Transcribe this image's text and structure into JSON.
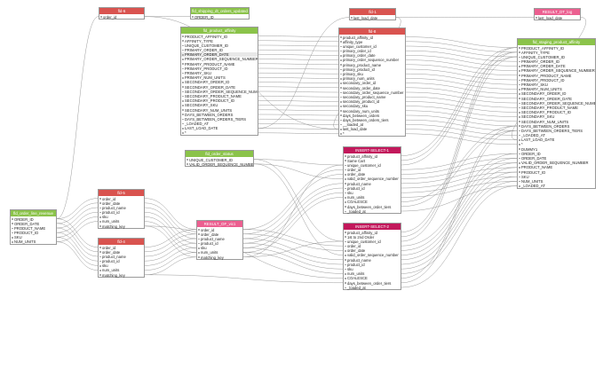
{
  "edge_color": "#8f8f8f",
  "nodes": [
    {
      "id": "n_top1",
      "title": "fld-6",
      "kind": "red",
      "fields": [
        "order_id"
      ]
    },
    {
      "id": "n_top2",
      "title": "fld_shipping_dt_orders_updated",
      "kind": "green",
      "fields": [
        "ORDER_ID"
      ]
    },
    {
      "id": "n_top3",
      "title": "fld-1",
      "kind": "red",
      "fields": [
        "last_load_date"
      ]
    },
    {
      "id": "n_top4",
      "title": "RESULT_DT_log",
      "kind": "pink",
      "fields": [
        "last_load_date"
      ]
    },
    {
      "id": "n_paff",
      "title": "fld_product_affinity",
      "kind": "green",
      "highlight": 4,
      "fields": [
        "PRODUCT_AFFINITY_ID",
        "AFFINITY_TYPE",
        "UNIQUE_CUSTOMER_ID",
        "PRIMARY_ORDER_ID",
        "PRIMARY_ORDER_DATE",
        "PRIMARY_ORDER_SEQUENCE_NUMBER",
        "PRIMARY_PRODUCT_NAME",
        "PRIMARY_PRODUCT_ID",
        "PRIMARY_SKU",
        "PRIMARY_NUM_UNITS",
        "SECONDARY_ORDER_ID",
        "SECONDARY_ORDER_DATE",
        "SECONDARY_ORDER_SEQUENCE_NUMBER",
        "SECONDARY_PRODUCT_NAME",
        "SECONDARY_PRODUCT_ID",
        "SECONDARY_SKU",
        "SECONDARY_NUM_UNITS",
        "DAYS_BETWEEN_ORDERS",
        "DAYS_BETWEEN_ORDERS_TIERS",
        "_LOADED_AT",
        "LAST_LOAD_DATE",
        "*"
      ]
    },
    {
      "id": "n_fld8",
      "title": "fld-8",
      "kind": "red",
      "fields": [
        "product_affinity_id",
        "affinity_type",
        "unique_customer_id",
        "primary_order_id",
        "primary_order_date",
        "primary_order_sequence_number",
        "primary_product_name",
        "primary_product_id",
        "primary_sku",
        "primary_num_units",
        "secondary_order_id",
        "secondary_order_date",
        "secondary_order_sequence_number",
        "secondary_product_name",
        "secondary_product_id",
        "secondary_sku",
        "secondary_num_units",
        "days_between_orders",
        "days_between_orders_tiers",
        "__loaded_at",
        "last_load_date",
        "*"
      ]
    },
    {
      "id": "n_staging",
      "title": "fld_staging_product_affinity",
      "kind": "green",
      "fields": [
        "PRODUCT_AFFINITY_ID",
        "AFFINITY_TYPE",
        "UNIQUE_CUSTOMER_ID",
        "PRIMARY_ORDER_ID",
        "PRIMARY_ORDER_DATE",
        "PRIMARY_ORDER_SEQUENCE_NUMBER",
        "PRIMARY_PRODUCT_NAME",
        "PRIMARY_PRODUCT_ID",
        "PRIMARY_SKU",
        "PRIMARY_NUM_UNITS",
        "SECONDARY_ORDER_ID",
        "SECONDARY_ORDER_DATE",
        "SECONDARY_ORDER_SEQUENCE_NUMBER",
        "SECONDARY_PRODUCT_NAME",
        "SECONDARY_PRODUCT_ID",
        "SECONDARY_SKU",
        "SECONDARY_NUM_UNITS",
        "DAYS_BETWEEN_ORDERS",
        "DAYS_BETWEEN_ORDERS_TIERS",
        "_LOADED_AT",
        "LAST_LOAD_DATE",
        "*",
        "DUMMY1",
        "ORDER_ID",
        "ORDER_DATE",
        "VALID_ORDER_SEQUENCE_NUMBER",
        "PRODUCT_NAME",
        "PRODUCT_ID",
        "SKU",
        "NUM_UNITS",
        "_LOADED_AT"
      ]
    },
    {
      "id": "n_status",
      "title": "fld_order_status",
      "kind": "green",
      "fields": [
        "UNIQUE_CUSTOMER_ID",
        "VALID_ORDER_SEQUENCE_NUMBER"
      ]
    },
    {
      "id": "n_ins1",
      "title": "INSERT-SELECT-1",
      "kind": "dred",
      "fields": [
        "product_affinity_id",
        "Same Cart",
        "unique_customer_id",
        "order_id",
        "order_date",
        "valid_order_sequence_number",
        "product_name",
        "product_id",
        "sku",
        "num_units",
        "COALESCE",
        "days_between_order_tiers",
        "_loaded_at"
      ]
    },
    {
      "id": "n_ins2",
      "title": "INSERT-SELECT-2",
      "kind": "dred",
      "fields": [
        "product_affinity_id",
        "1st to 2nd Order",
        "unique_customer_id",
        "order_id",
        "order_date",
        "valid_order_sequence_number",
        "product_name",
        "product_id",
        "sku",
        "num_units",
        "COALESCE",
        "days_between_order_tiers",
        "_loaded_at"
      ]
    },
    {
      "id": "n_src",
      "title": "fld_order_line_revenue",
      "kind": "green",
      "fields": [
        "ORDER_ID",
        "ORDER_DATE",
        "PRODUCT_NAME",
        "PRODUCT_ID",
        "SKU",
        "NUM_UNITS"
      ]
    },
    {
      "id": "n_fld5",
      "title": "fld-5",
      "kind": "red",
      "fields": [
        "order_id",
        "order_date",
        "product_name",
        "product_id",
        "sku",
        "num_units",
        "matching_key"
      ]
    },
    {
      "id": "n_fld4",
      "title": "fld-4",
      "kind": "red",
      "fields": [
        "order_id",
        "order_date",
        "product_name",
        "product_id",
        "sku",
        "num_units",
        "matching_key"
      ]
    },
    {
      "id": "n_result",
      "title": "RESULT_OF_vic1",
      "kind": "pink",
      "fields": [
        "order_id",
        "order_date",
        "product_name",
        "product_id",
        "sku",
        "num_units",
        "matching_key"
      ]
    }
  ],
  "edges": [
    [
      "n_src",
      0,
      "n_top1",
      0
    ],
    [
      "n_top1",
      0,
      "n_top2",
      0
    ],
    [
      "n_top3",
      0,
      "n_top4",
      0
    ],
    [
      "n_src",
      0,
      "n_fld5",
      0
    ],
    [
      "n_src",
      1,
      "n_fld5",
      1
    ],
    [
      "n_src",
      2,
      "n_fld5",
      2
    ],
    [
      "n_src",
      3,
      "n_fld5",
      3
    ],
    [
      "n_src",
      4,
      "n_fld5",
      4
    ],
    [
      "n_src",
      5,
      "n_fld5",
      5
    ],
    [
      "n_src",
      0,
      "n_fld4",
      0
    ],
    [
      "n_src",
      1,
      "n_fld4",
      1
    ],
    [
      "n_src",
      2,
      "n_fld4",
      2
    ],
    [
      "n_src",
      3,
      "n_fld4",
      3
    ],
    [
      "n_src",
      4,
      "n_fld4",
      4
    ],
    [
      "n_src",
      5,
      "n_fld4",
      5
    ],
    [
      "n_fld5",
      0,
      "n_result",
      0
    ],
    [
      "n_fld5",
      1,
      "n_result",
      1
    ],
    [
      "n_fld5",
      2,
      "n_result",
      2
    ],
    [
      "n_fld5",
      3,
      "n_result",
      3
    ],
    [
      "n_fld5",
      4,
      "n_result",
      4
    ],
    [
      "n_fld5",
      5,
      "n_result",
      5
    ],
    [
      "n_fld5",
      6,
      "n_result",
      6
    ],
    [
      "n_fld4",
      0,
      "n_result",
      0
    ],
    [
      "n_fld4",
      1,
      "n_result",
      1
    ],
    [
      "n_fld4",
      2,
      "n_result",
      2
    ],
    [
      "n_fld4",
      3,
      "n_result",
      3
    ],
    [
      "n_fld4",
      4,
      "n_result",
      4
    ],
    [
      "n_fld4",
      5,
      "n_result",
      5
    ],
    [
      "n_fld4",
      6,
      "n_result",
      6
    ],
    [
      "n_result",
      0,
      "n_ins1",
      3
    ],
    [
      "n_result",
      1,
      "n_ins1",
      4
    ],
    [
      "n_result",
      2,
      "n_ins1",
      6
    ],
    [
      "n_result",
      3,
      "n_ins1",
      7
    ],
    [
      "n_result",
      4,
      "n_ins1",
      8
    ],
    [
      "n_result",
      5,
      "n_ins1",
      9
    ],
    [
      "n_result",
      6,
      "n_ins1",
      2
    ],
    [
      "n_result",
      0,
      "n_ins2",
      3
    ],
    [
      "n_result",
      1,
      "n_ins2",
      4
    ],
    [
      "n_result",
      2,
      "n_ins2",
      6
    ],
    [
      "n_result",
      3,
      "n_ins2",
      7
    ],
    [
      "n_result",
      4,
      "n_ins2",
      8
    ],
    [
      "n_result",
      5,
      "n_ins2",
      9
    ],
    [
      "n_result",
      6,
      "n_ins2",
      2
    ],
    [
      "n_fld5",
      6,
      "n_ins2",
      10
    ],
    [
      "n_fld4",
      6,
      "n_ins2",
      11
    ],
    [
      "n_status",
      0,
      "n_ins1",
      2
    ],
    [
      "n_status",
      1,
      "n_ins1",
      5
    ],
    [
      "n_status",
      0,
      "n_ins2",
      2
    ],
    [
      "n_status",
      1,
      "n_ins2",
      5
    ],
    [
      "n_paff",
      0,
      "n_fld8",
      0
    ],
    [
      "n_paff",
      1,
      "n_fld8",
      1
    ],
    [
      "n_paff",
      2,
      "n_fld8",
      2
    ],
    [
      "n_paff",
      3,
      "n_fld8",
      3
    ],
    [
      "n_paff",
      4,
      "n_fld8",
      4
    ],
    [
      "n_paff",
      5,
      "n_fld8",
      5
    ],
    [
      "n_paff",
      6,
      "n_fld8",
      6
    ],
    [
      "n_paff",
      7,
      "n_fld8",
      7
    ],
    [
      "n_paff",
      8,
      "n_fld8",
      8
    ],
    [
      "n_paff",
      9,
      "n_fld8",
      9
    ],
    [
      "n_paff",
      10,
      "n_fld8",
      10
    ],
    [
      "n_paff",
      11,
      "n_fld8",
      11
    ],
    [
      "n_paff",
      12,
      "n_fld8",
      12
    ],
    [
      "n_paff",
      13,
      "n_fld8",
      13
    ],
    [
      "n_paff",
      14,
      "n_fld8",
      14
    ],
    [
      "n_paff",
      15,
      "n_fld8",
      15
    ],
    [
      "n_paff",
      16,
      "n_fld8",
      16
    ],
    [
      "n_paff",
      17,
      "n_fld8",
      17
    ],
    [
      "n_paff",
      18,
      "n_fld8",
      18
    ],
    [
      "n_paff",
      19,
      "n_fld8",
      19
    ],
    [
      "n_paff",
      20,
      "n_fld8",
      20
    ],
    [
      "n_paff",
      21,
      "n_fld8",
      21
    ],
    [
      "n_fld8",
      0,
      "n_staging",
      0
    ],
    [
      "n_fld8",
      1,
      "n_staging",
      1
    ],
    [
      "n_fld8",
      2,
      "n_staging",
      2
    ],
    [
      "n_fld8",
      3,
      "n_staging",
      3
    ],
    [
      "n_fld8",
      4,
      "n_staging",
      4
    ],
    [
      "n_fld8",
      5,
      "n_staging",
      5
    ],
    [
      "n_fld8",
      6,
      "n_staging",
      6
    ],
    [
      "n_fld8",
      7,
      "n_staging",
      7
    ],
    [
      "n_fld8",
      8,
      "n_staging",
      8
    ],
    [
      "n_fld8",
      9,
      "n_staging",
      9
    ],
    [
      "n_fld8",
      10,
      "n_staging",
      10
    ],
    [
      "n_fld8",
      11,
      "n_staging",
      11
    ],
    [
      "n_fld8",
      12,
      "n_staging",
      12
    ],
    [
      "n_fld8",
      13,
      "n_staging",
      13
    ],
    [
      "n_fld8",
      14,
      "n_staging",
      14
    ],
    [
      "n_fld8",
      15,
      "n_staging",
      15
    ],
    [
      "n_fld8",
      16,
      "n_staging",
      16
    ],
    [
      "n_fld8",
      17,
      "n_staging",
      17
    ],
    [
      "n_fld8",
      18,
      "n_staging",
      18
    ],
    [
      "n_fld8",
      19,
      "n_staging",
      19
    ],
    [
      "n_fld8",
      20,
      "n_staging",
      20
    ],
    [
      "n_fld8",
      21,
      "n_staging",
      21
    ],
    [
      "n_ins1",
      0,
      "n_staging",
      0
    ],
    [
      "n_ins1",
      1,
      "n_staging",
      1
    ],
    [
      "n_ins1",
      2,
      "n_staging",
      2
    ],
    [
      "n_ins1",
      3,
      "n_staging",
      23
    ],
    [
      "n_ins1",
      4,
      "n_staging",
      24
    ],
    [
      "n_ins1",
      5,
      "n_staging",
      25
    ],
    [
      "n_ins1",
      6,
      "n_staging",
      26
    ],
    [
      "n_ins1",
      7,
      "n_staging",
      27
    ],
    [
      "n_ins1",
      8,
      "n_staging",
      28
    ],
    [
      "n_ins1",
      9,
      "n_staging",
      29
    ],
    [
      "n_ins1",
      10,
      "n_staging",
      17
    ],
    [
      "n_ins1",
      11,
      "n_staging",
      18
    ],
    [
      "n_ins1",
      12,
      "n_staging",
      30
    ],
    [
      "n_ins2",
      0,
      "n_staging",
      0
    ],
    [
      "n_ins2",
      1,
      "n_staging",
      1
    ],
    [
      "n_ins2",
      2,
      "n_staging",
      2
    ],
    [
      "n_ins2",
      3,
      "n_staging",
      23
    ],
    [
      "n_ins2",
      4,
      "n_staging",
      24
    ],
    [
      "n_ins2",
      5,
      "n_staging",
      25
    ],
    [
      "n_ins2",
      6,
      "n_staging",
      26
    ],
    [
      "n_ins2",
      7,
      "n_staging",
      27
    ],
    [
      "n_ins2",
      8,
      "n_staging",
      28
    ],
    [
      "n_ins2",
      9,
      "n_staging",
      29
    ],
    [
      "n_ins2",
      10,
      "n_staging",
      17
    ],
    [
      "n_ins2",
      11,
      "n_staging",
      18
    ],
    [
      "n_ins2",
      12,
      "n_staging",
      30
    ],
    [
      "n_top1",
      0,
      "n_fld8",
      20
    ],
    [
      "n_top3",
      0,
      "n_fld8",
      20
    ],
    [
      "n_paff",
      20,
      "n_top3",
      0
    ],
    [
      "n_top4",
      0,
      "n_staging",
      20
    ]
  ]
}
